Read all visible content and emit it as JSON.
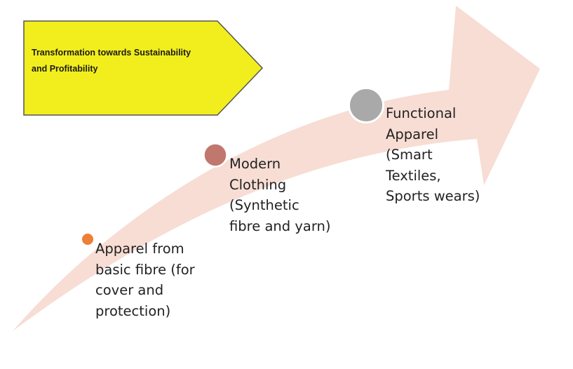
{
  "banner": {
    "line1": "Transformation towards Sustainability",
    "line2": "and Profitability",
    "fill_color": "#f2ee1d",
    "border_color": "#555555"
  },
  "arrow": {
    "fill_color": "#f7ddd4"
  },
  "stages": [
    {
      "lines": [
        "Apparel from",
        "basic fibre (for",
        "cover and",
        "protection)"
      ],
      "marker_color": "#ee7f34"
    },
    {
      "lines": [
        "Modern",
        "Clothing",
        "(Synthetic",
        "fibre and yarn)"
      ],
      "marker_color": "#c0786e"
    },
    {
      "lines": [
        "Functional",
        "Apparel",
        "(Smart",
        "Textiles,",
        "Sports wears)"
      ],
      "marker_color": "#a9a9a9"
    }
  ]
}
